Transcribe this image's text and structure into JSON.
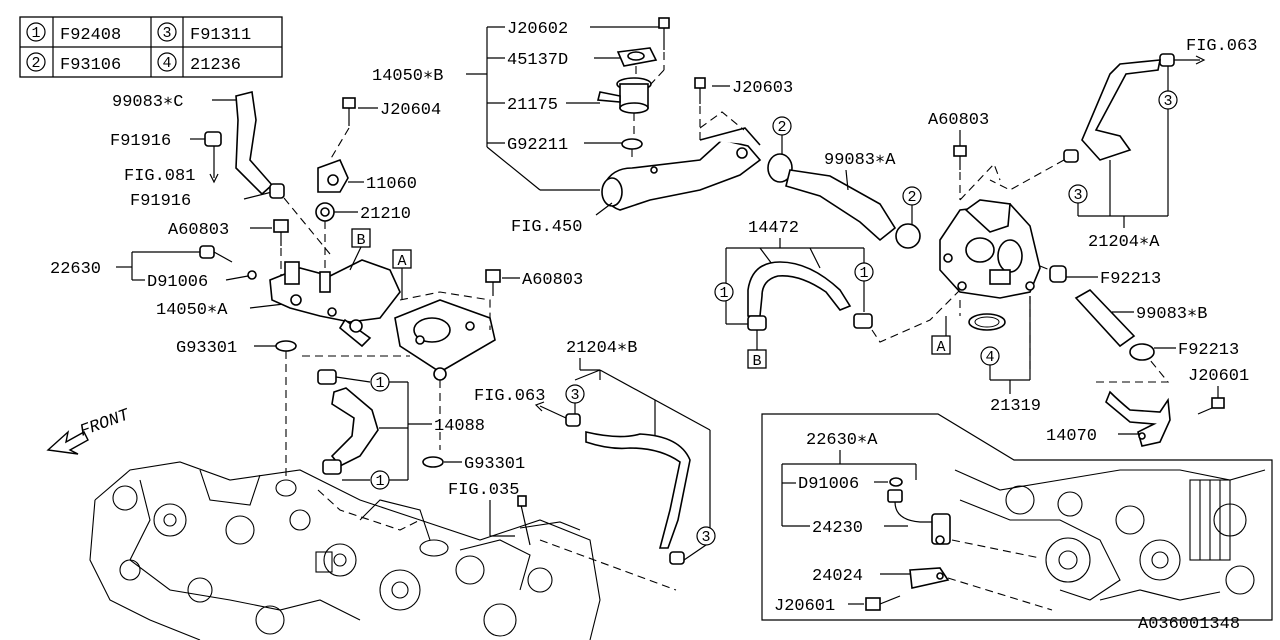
{
  "legend": [
    {
      "num": "1",
      "code": "F92408"
    },
    {
      "num": "3",
      "code": "F91311"
    },
    {
      "num": "2",
      "code": "F93106"
    },
    {
      "num": "4",
      "code": "21236"
    }
  ],
  "labels": {
    "j20602": "J20602",
    "p45137d": "45137D",
    "p14050b": "14050∗B",
    "p21175": "21175",
    "g92211": "G92211",
    "fig450": "FIG.450",
    "j20603": "J20603",
    "p99083c": "99083∗C",
    "f91916a": "F91916",
    "fig081": "FIG.081",
    "f91916b": "F91916",
    "j20604": "J20604",
    "p11060": "11060",
    "p21210": "21210",
    "a60803a": "A60803",
    "p22630": "22630",
    "d91006a": "D91006",
    "p14050a": "14050∗A",
    "g93301a": "G93301",
    "a60803b": "A60803",
    "front": "FRONT",
    "p14088": "14088",
    "g93301b": "G93301",
    "fig035": "FIG.035",
    "p21204b": "21204∗B",
    "fig063a": "FIG.063",
    "p14472": "14472",
    "p99083a": "99083∗A",
    "a60803c": "A60803",
    "fig063b": "FIG.063",
    "p21204a": "21204∗A",
    "f92213a": "F92213",
    "p99083b": "99083∗B",
    "f92213b": "F92213",
    "p21319": "21319",
    "j20601a": "J20601",
    "p14070": "14070",
    "p22630a": "22630∗A",
    "d91006b": "D91006",
    "p24230": "24230",
    "p24024": "24024",
    "j20601b": "J20601",
    "diagram_id": "A036001348"
  },
  "callouts": {
    "one": "1",
    "two": "2",
    "three": "3",
    "four": "4"
  },
  "refs": {
    "a": "A",
    "b": "B"
  }
}
